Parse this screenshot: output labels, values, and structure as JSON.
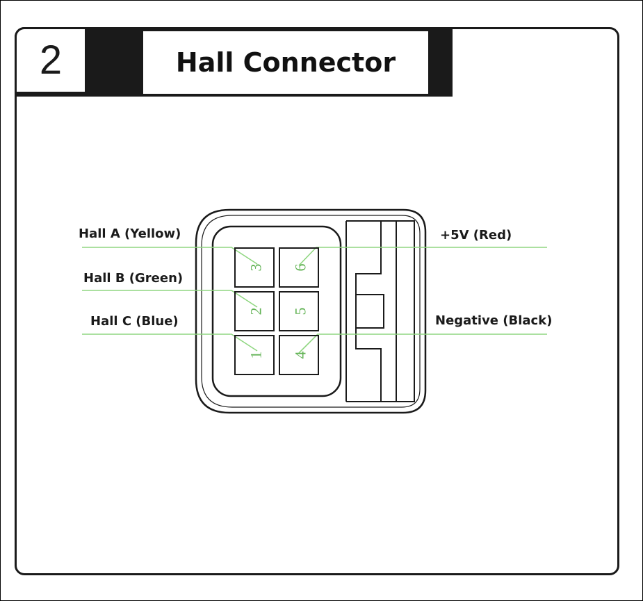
{
  "header": {
    "step_number": "2",
    "title": "Hall Connector"
  },
  "pins": {
    "pin_1": "1",
    "pin_2": "2",
    "pin_3": "3",
    "pin_4": "4",
    "pin_5": "5",
    "pin_6": "6"
  },
  "wires": {
    "hall_a": "Hall A (Yellow)",
    "hall_b": "Hall B (Green)",
    "hall_c": "Hall C (Blue)",
    "plus_5v": "+5V (Red)",
    "negative": "Negative (Black)"
  },
  "colors": {
    "leader_line": "#8fd680",
    "pin_text": "#63b356",
    "outline": "#1a1a1a"
  }
}
